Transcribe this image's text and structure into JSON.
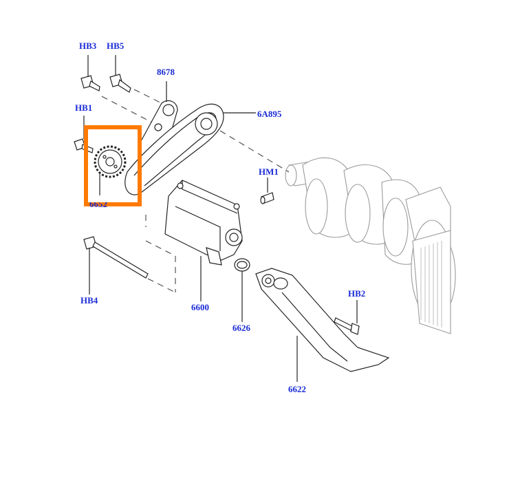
{
  "callouts": {
    "hb3": "HB3",
    "hb5": "HB5",
    "p8678": "8678",
    "hb1": "HB1",
    "p6a895": "6A895",
    "hm1": "HM1",
    "hb4": "HB4",
    "p6600": "6600",
    "p6626": "6626",
    "hb2": "HB2",
    "p6622": "6622",
    "p6652": "6652"
  },
  "colors": {
    "callout_text": "#1a2bd6",
    "highlight_box": "#ff7a00",
    "line_art": "#222222",
    "ghost_art": "#9a9a9a"
  }
}
